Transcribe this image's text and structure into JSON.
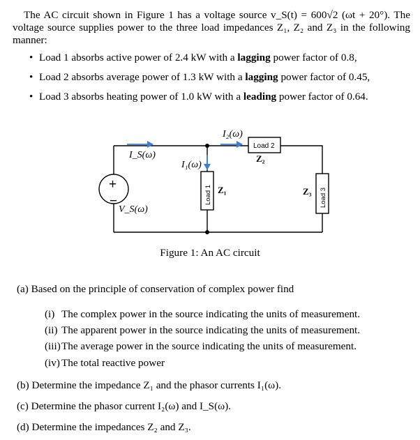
{
  "intro": {
    "text": "The AC circuit shown in Figure 1 has a voltage source v_S(t) = 600√2 (ωt + 20°). The voltage source supplies power to the three load impedances Z₁, Z₂ and Z₃ in the following manner:"
  },
  "bullets": [
    {
      "pre": "Load 1 absorbs active power of 2.4 kW with a ",
      "bold": "lagging",
      "post": " power factor of 0.8,"
    },
    {
      "pre": "Load 2 absorbs average power of 1.3 kW with a ",
      "bold": "lagging",
      "post": " power factor of 0.45,"
    },
    {
      "pre": "Load 3 absorbs heating power of 1.0 kW with a ",
      "bold": "leading",
      "post": " power factor of 0.64."
    }
  ],
  "circuit": {
    "is_label": "I_S(ω)",
    "i1_label": "I₁(ω)",
    "i2_label": "I₂(ω)",
    "vs_label": "V_S(ω)",
    "load1": "Load 1",
    "load2": "Load 2",
    "load3": "Load 3",
    "z1": "Z₁",
    "z2": "Z₂",
    "z3": "Z₃",
    "plus": "+",
    "minus": "−"
  },
  "caption": "Figure 1: An AC circuit",
  "question_a": "(a) Based on the principle of conservation of complex power find",
  "subs": [
    {
      "num": "(i)",
      "text": "The complex power in the source indicating the units of measurement."
    },
    {
      "num": "(ii)",
      "text": "The apparent power in the source indicating the units of measurement."
    },
    {
      "num": "(iii)",
      "text": "The average power in the source indicating the units of measurement."
    },
    {
      "num": "(iv)",
      "text": "The total reactive power"
    }
  ],
  "question_b": "(b) Determine the impedance Z₁ and the phasor currents I₁(ω).",
  "question_c": "(c) Determine the phasor current I₂(ω) and I_S(ω).",
  "question_d": "(d) Determine the impedances Z₂ and Z₃.",
  "colors": {
    "wire": "#000000",
    "arrow": "#3a7fd5"
  }
}
